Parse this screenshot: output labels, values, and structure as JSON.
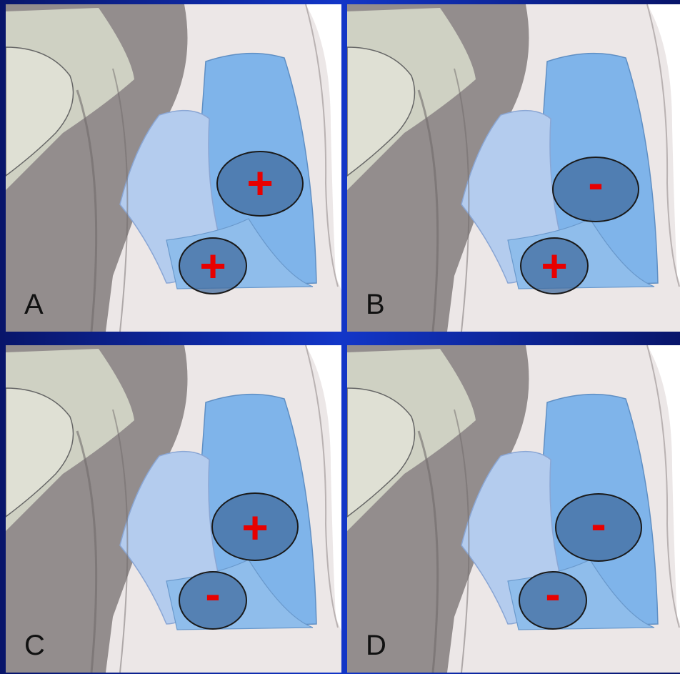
{
  "panels": [
    {
      "label": "A",
      "upper_sign": "+",
      "lower_sign": "+"
    },
    {
      "label": "B",
      "upper_sign": "-",
      "lower_sign": "+"
    },
    {
      "label": "C",
      "upper_sign": "+",
      "lower_sign": "-"
    },
    {
      "label": "D",
      "upper_sign": "-",
      "lower_sign": "-"
    }
  ],
  "colors": {
    "frame": "#0a1a6e",
    "skin": "#ede8e8",
    "tissue": "#8f8a8a",
    "cartilage": "#7fb4ea",
    "cartilage_light": "#b4ccee",
    "bone": "#d4d6c8",
    "sign": "#e80000"
  }
}
